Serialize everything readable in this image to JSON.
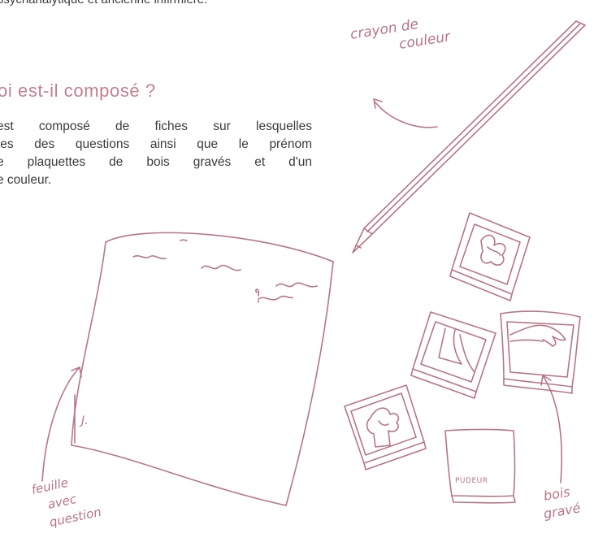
{
  "text": {
    "top_line": "psychanalytique et ancienne infirmière.",
    "heading": "oi est-il composé ?",
    "paragraph_lines": [
      "est composé de fiches sur lesquelles",
      "tes des questions ainsi que le prénom",
      "e plaquettes de bois gravés et d'un",
      "e couleur."
    ]
  },
  "sketch_labels": {
    "crayon": [
      "crayon de",
      "couleur"
    ],
    "bois": [
      "bois",
      "gravé"
    ],
    "feuille": [
      "feuille",
      "avec",
      "question"
    ],
    "card_initial": "J.",
    "block_word": "PUDEUR"
  },
  "colors": {
    "heading": "#c37f8e",
    "sketch": "#b87584",
    "body_text": "#3b3b3b"
  }
}
